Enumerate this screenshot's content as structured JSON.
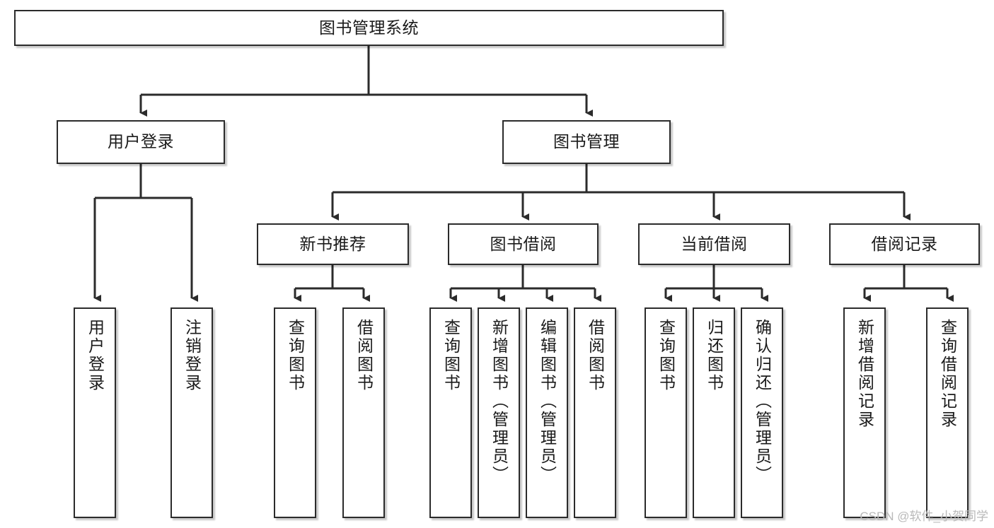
{
  "diagram": {
    "type": "tree",
    "title": "图书管理系统",
    "orientation": "top-down",
    "colors": {
      "node_border": "#2b2b2b",
      "node_fill": "#ffffff",
      "link": "#2b2b2b",
      "text": "#1a1a1a",
      "watermark": "#b9b9b9"
    },
    "root": {
      "label": "图书管理系统"
    },
    "level2": [
      {
        "label": "用户登录"
      },
      {
        "label": "图书管理"
      }
    ],
    "level3": [
      {
        "label": "新书推荐"
      },
      {
        "label": "图书借阅"
      },
      {
        "label": "当前借阅"
      },
      {
        "label": "借阅记录"
      }
    ],
    "leaves": {
      "user_login": [
        {
          "label": "用户登录"
        },
        {
          "label": "注销登录"
        }
      ],
      "new_book_recommend": [
        {
          "label": "查询图书"
        },
        {
          "label": "借阅图书"
        }
      ],
      "book_borrow": [
        {
          "label": "查询图书"
        },
        {
          "label": "新增图书（管理员）"
        },
        {
          "label": "编辑图书（管理员）"
        },
        {
          "label": "借阅图书"
        }
      ],
      "current_borrow": [
        {
          "label": "查询图书"
        },
        {
          "label": "归还图书"
        },
        {
          "label": "确认归还（管理员）"
        }
      ],
      "borrow_record": [
        {
          "label": "新增借阅记录"
        },
        {
          "label": "查询借阅记录"
        }
      ]
    },
    "watermark": "CSDN @软件_小贺同学"
  }
}
